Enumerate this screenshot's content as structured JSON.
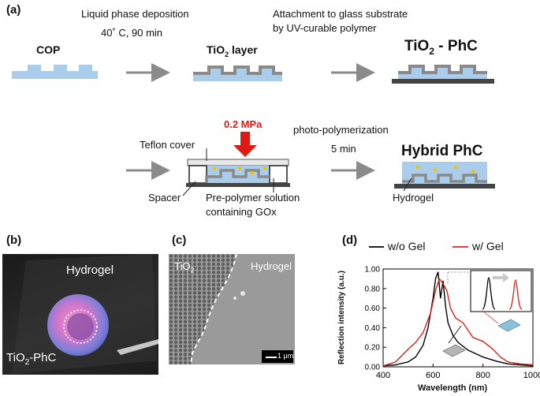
{
  "panel_a": {
    "label": "(a)",
    "step1_line1": "Liquid phase deposition",
    "step1_line2": "40˚ C, 90 min",
    "step2_line1": "Attachment to glass substrate",
    "step2_line2": "by UV-curable polymer",
    "cop": "COP",
    "tio2_layer_main": "TiO",
    "tio2_layer_sub": "2",
    "tio2_layer_tail": " layer",
    "tio2_phc_main": "TiO",
    "tio2_phc_sub": "2",
    "tio2_phc_tail": " - PhC",
    "pressure": "0.2 MPa",
    "photo_poly": "photo-polymerization",
    "time_5min": "5 min",
    "teflon": "Teflon cover",
    "spacer": "Spacer",
    "prepolymer_line1": "Pre-polymer solution",
    "prepolymer_line2": "containing GOx",
    "hybrid": "Hybrid PhC",
    "hydrogel": "Hydrogel"
  },
  "panel_b": {
    "label": "(b)",
    "hydrogel": "Hydrogel",
    "tio2_phc_main": "TiO",
    "tio2_phc_sub": "2",
    "tio2_phc_tail": "-PhC"
  },
  "panel_c": {
    "label": "(c)",
    "tio2_main": "TiO",
    "tio2_sub": "2",
    "hydrogel": "Hydrogel",
    "scale": "1 μm"
  },
  "panel_d": {
    "label": "(d)",
    "chart_data": {
      "type": "line",
      "xlabel": "Wavelength (nm)",
      "ylabel": "Reflection intensity (a.u.)",
      "xlim": [
        400,
        1000
      ],
      "ylim": [
        0,
        1.0
      ],
      "xticks": [
        "400",
        "600",
        "800",
        "1000"
      ],
      "yticks": [
        "0.00",
        "0.20",
        "0.40",
        "0.60",
        "0.80",
        "1.00"
      ],
      "legend_placement": "top",
      "series": [
        {
          "name": "w/o Gel",
          "color": "#000000",
          "x": [
            400,
            450,
            500,
            530,
            560,
            580,
            600,
            610,
            620,
            630,
            640,
            650,
            660,
            680,
            700,
            740,
            800,
            850,
            900,
            950,
            1000
          ],
          "y": [
            0.01,
            0.02,
            0.05,
            0.1,
            0.22,
            0.4,
            0.7,
            0.9,
            0.97,
            0.7,
            0.88,
            0.62,
            0.45,
            0.32,
            0.25,
            0.17,
            0.1,
            0.06,
            0.03,
            0.02,
            0.01
          ]
        },
        {
          "name": "w/ Gel",
          "color": "#d8261c",
          "x": [
            400,
            450,
            500,
            530,
            560,
            590,
            610,
            625,
            640,
            655,
            670,
            690,
            720,
            760,
            800,
            840,
            870,
            900,
            950,
            1000
          ],
          "y": [
            0.01,
            0.05,
            0.18,
            0.25,
            0.35,
            0.55,
            0.78,
            0.9,
            0.85,
            0.78,
            0.6,
            0.5,
            0.45,
            0.3,
            0.26,
            0.18,
            0.1,
            0.05,
            0.03,
            0.02
          ]
        }
      ]
    }
  }
}
